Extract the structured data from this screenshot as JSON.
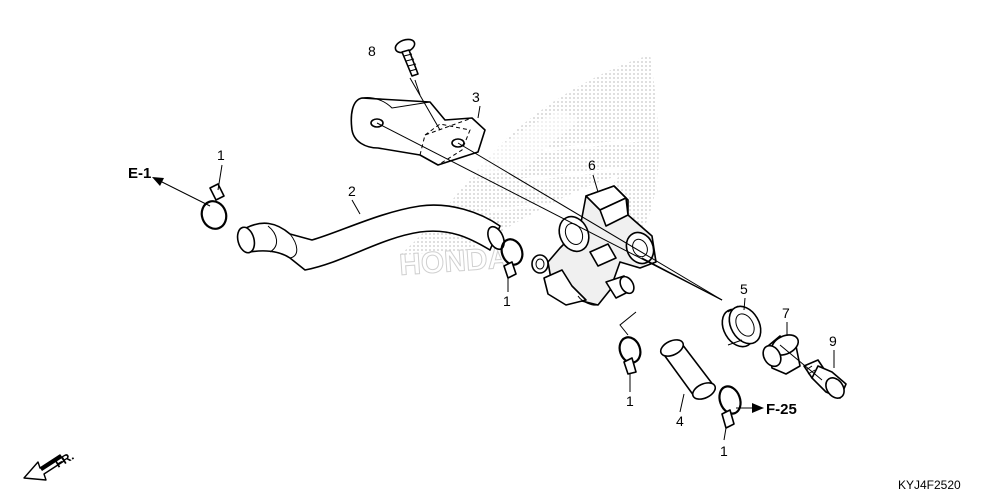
{
  "callouts": {
    "c1": "1",
    "c2": "2",
    "c3": "3",
    "c4": "4",
    "c5": "5",
    "c6": "6",
    "c7": "7",
    "c8": "8",
    "c9": "9"
  },
  "references": {
    "e1": "E-1",
    "f25": "F-25"
  },
  "direction_label": "FR.",
  "diagram_code": "KYJ4F2520",
  "colors": {
    "line": "#000000",
    "watermark_dot": "#c8c8c8",
    "background": "#ffffff"
  },
  "icons": [
    "honda-wing-watermark",
    "front-direction-arrow-icon"
  ]
}
